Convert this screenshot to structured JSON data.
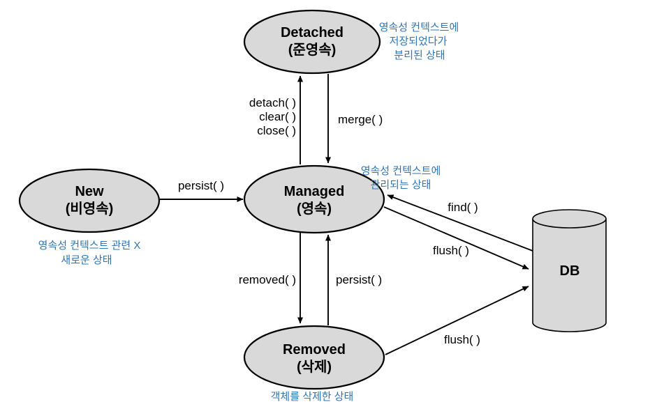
{
  "diagram": {
    "background_color": "#ffffff",
    "node_fill_color": "#d9d9d9",
    "stroke_color": "#000000",
    "note_color": "#2e75b6",
    "nodes": {
      "detached": {
        "title": "Detached",
        "subtitle": "(준영속)"
      },
      "new": {
        "title": "New",
        "subtitle": "(비영속)"
      },
      "managed": {
        "title": "Managed",
        "subtitle": "(영속)"
      },
      "removed": {
        "title": "Removed",
        "subtitle": "(삭제)"
      },
      "db": {
        "label": "DB"
      }
    },
    "edges": {
      "detach": {
        "from": "Managed",
        "to": "Detached",
        "lines": [
          "detach( )",
          "clear( )",
          "close( )"
        ]
      },
      "merge": {
        "from": "Detached",
        "to": "Managed",
        "label": "merge( )"
      },
      "persist_new": {
        "from": "New",
        "to": "Managed",
        "label": "persist( )"
      },
      "find": {
        "from": "DB",
        "to": "Managed",
        "label": "find( )"
      },
      "flush_managed": {
        "from": "Managed",
        "to": "DB",
        "label": "flush( )"
      },
      "removed": {
        "from": "Managed",
        "to": "Removed",
        "label": "removed( )"
      },
      "persist_removed": {
        "from": "Removed",
        "to": "Managed",
        "label": "persist( )"
      },
      "flush_removed": {
        "from": "Removed",
        "to": "DB",
        "label": "flush( )"
      }
    },
    "notes": {
      "detached": {
        "lines": [
          "영속성 컨텍스트에",
          "저장되었다가",
          "분리된 상태"
        ]
      },
      "managed": {
        "lines": [
          "영속성 컨텍스트에",
          "관리되는 상태"
        ]
      },
      "new": {
        "lines": [
          "영속성 컨텍스트 관련 X",
          "새로운 상태"
        ]
      },
      "removed": {
        "lines": [
          "객체를 삭제한 상태"
        ]
      }
    }
  }
}
